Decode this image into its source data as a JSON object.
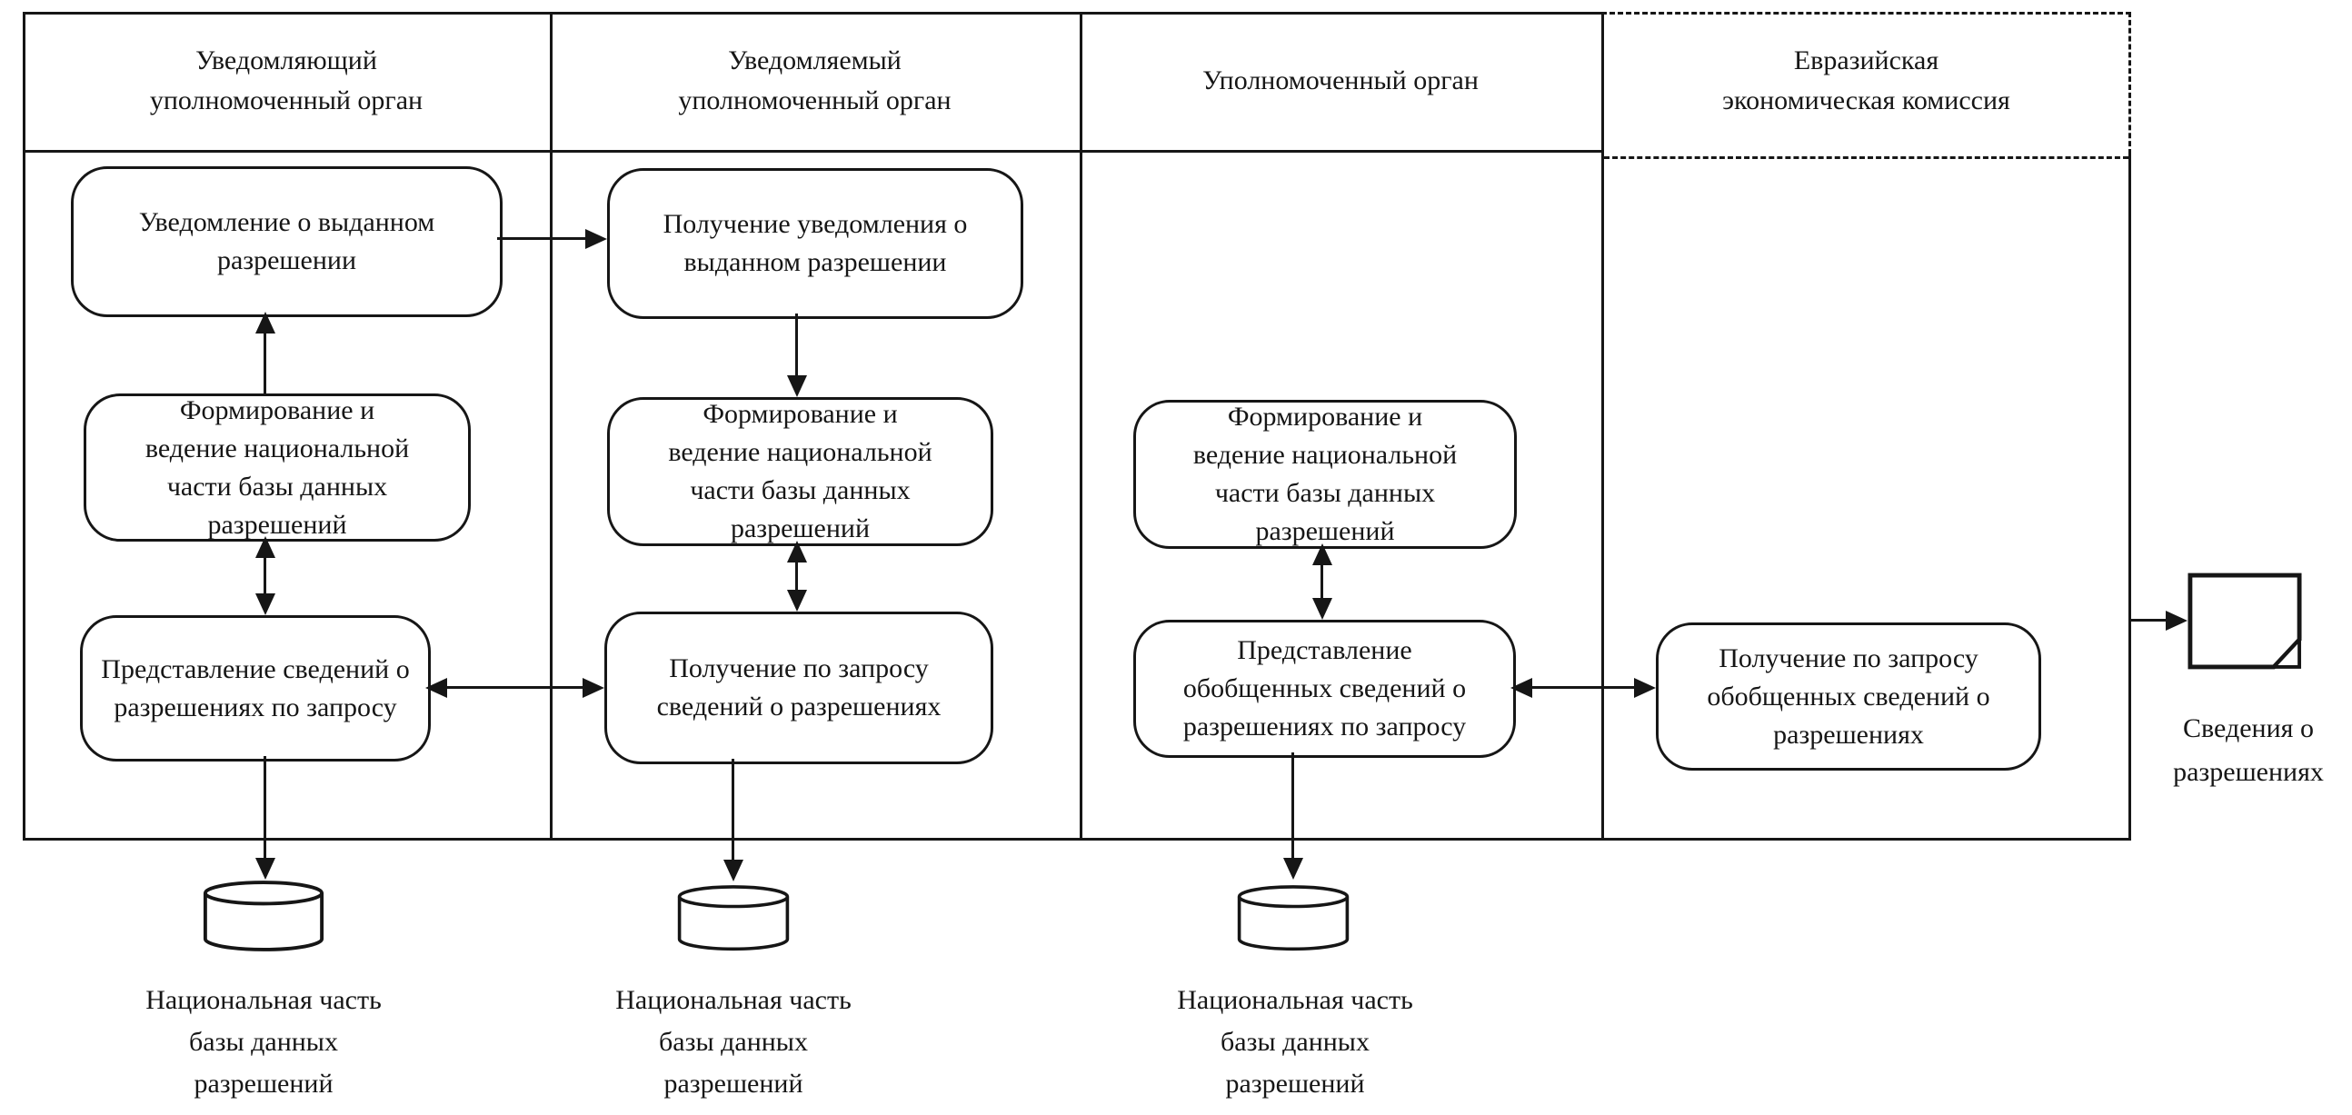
{
  "colors": {
    "ink": "#161616",
    "paper": "#ffffff"
  },
  "lanes": [
    {
      "title": [
        "Уведомляющий",
        "уполномоченный орган"
      ]
    },
    {
      "title": [
        "Уведомляемый",
        "уполномоченный орган"
      ]
    },
    {
      "title": [
        "Уполномоченный орган"
      ]
    },
    {
      "title": [
        "Евразийская",
        "экономическая комиссия"
      ]
    }
  ],
  "boxes": {
    "notify": [
      "Уведомление о выданном",
      "разрешении"
    ],
    "receive_notice": [
      "Получение уведомления о",
      "выданном разрешении"
    ],
    "maintain_db_1": [
      "Формирование и",
      "ведение национальной",
      "части базы данных",
      "разрешений"
    ],
    "maintain_db_2": [
      "Формирование и",
      "ведение национальной",
      "части базы данных",
      "разрешений"
    ],
    "maintain_db_3": [
      "Формирование и",
      "ведение национальной",
      "части базы данных",
      "разрешений"
    ],
    "provide_info": [
      "Представление сведений о",
      "разрешениях по запросу"
    ],
    "receive_info": [
      "Получение по запросу",
      "сведений о разрешениях"
    ],
    "provide_summary": [
      "Представление",
      "обобщенных сведений о",
      "разрешениях по запросу"
    ],
    "receive_summary": [
      "Получение по запросу",
      "обобщенных сведений о",
      "разрешениях"
    ]
  },
  "databases": [
    {
      "label": [
        "Национальная часть",
        "базы данных",
        "разрешений"
      ]
    },
    {
      "label": [
        "Национальная часть",
        "базы данных",
        "разрешений"
      ]
    },
    {
      "label": [
        "Национальная часть",
        "базы данных",
        "разрешений"
      ]
    }
  ],
  "document": {
    "label": [
      "Сведения о",
      "разрешениях"
    ]
  }
}
